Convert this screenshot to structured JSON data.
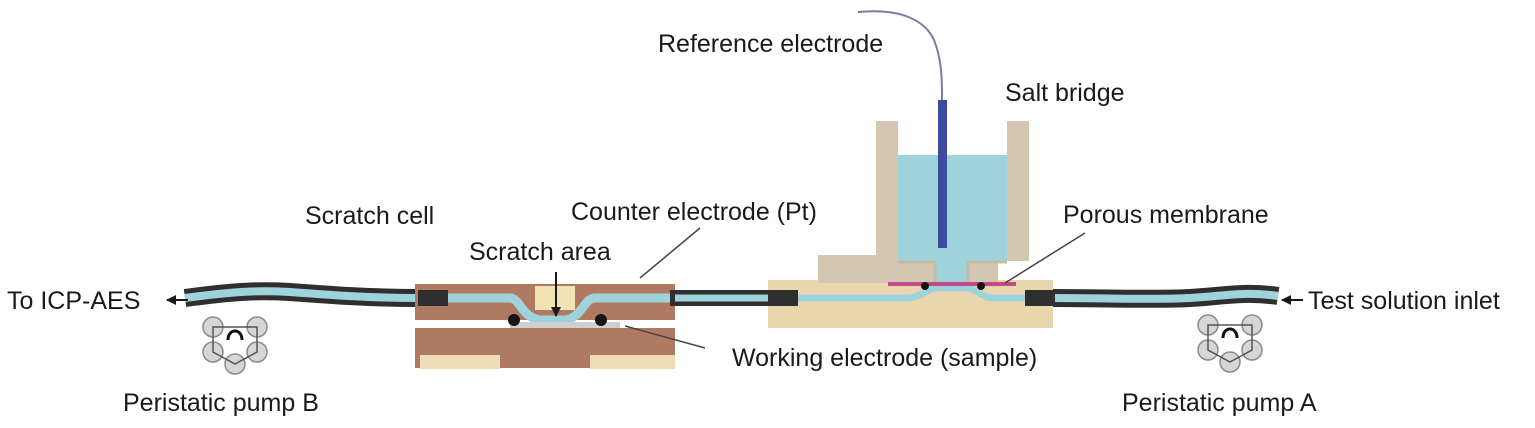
{
  "labels": {
    "reference_electrode": "Reference electrode",
    "salt_bridge": "Salt bridge",
    "scratch_cell": "Scratch cell",
    "counter_electrode": "Counter electrode (Pt)",
    "porous_membrane": "Porous membrane",
    "scratch_area": "Scratch area",
    "to_icp_aes": "To ICP-AES",
    "test_solution_inlet": "Test solution inlet",
    "working_electrode": "Working electrode (sample)",
    "pump_b": "Peristatic pump B",
    "pump_a": "Peristatic pump A"
  },
  "colors": {
    "solution": "#9fd3dc",
    "tube_outer": "#3a3a3a",
    "cell_block": "#b07a62",
    "cell_base": "#eddcb6",
    "bridge_body": "#d4c7b2",
    "bridge_base": "#e9d6ad",
    "electrode": "#3d4a9e",
    "pump_roller": "#d6d6d6"
  }
}
